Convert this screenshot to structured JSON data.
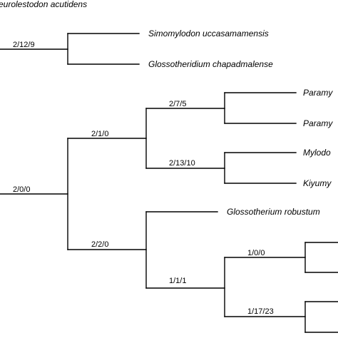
{
  "tree": {
    "taxa": {
      "t0": "eurolestodon acutidens",
      "t1": "Simomylodon uccasamamensis",
      "t2": "Glossotheridium chapadmalense",
      "t3": "Paramy",
      "t4": "Paramy",
      "t5": "Mylodo",
      "t6": "Kiyumy",
      "t7": "Glossotherium robustum"
    },
    "node_support": {
      "n_sim_glo": "2/12/9",
      "n_root": "2/0/0",
      "n_upper": "2/1/0",
      "n_para": "2/7/5",
      "n_myl_kiy": "2/13/10",
      "n_lower": "2/2/0",
      "n_inner": "1/1/1",
      "n_c1": "1/0/0",
      "n_c2": "1/17/23"
    }
  }
}
